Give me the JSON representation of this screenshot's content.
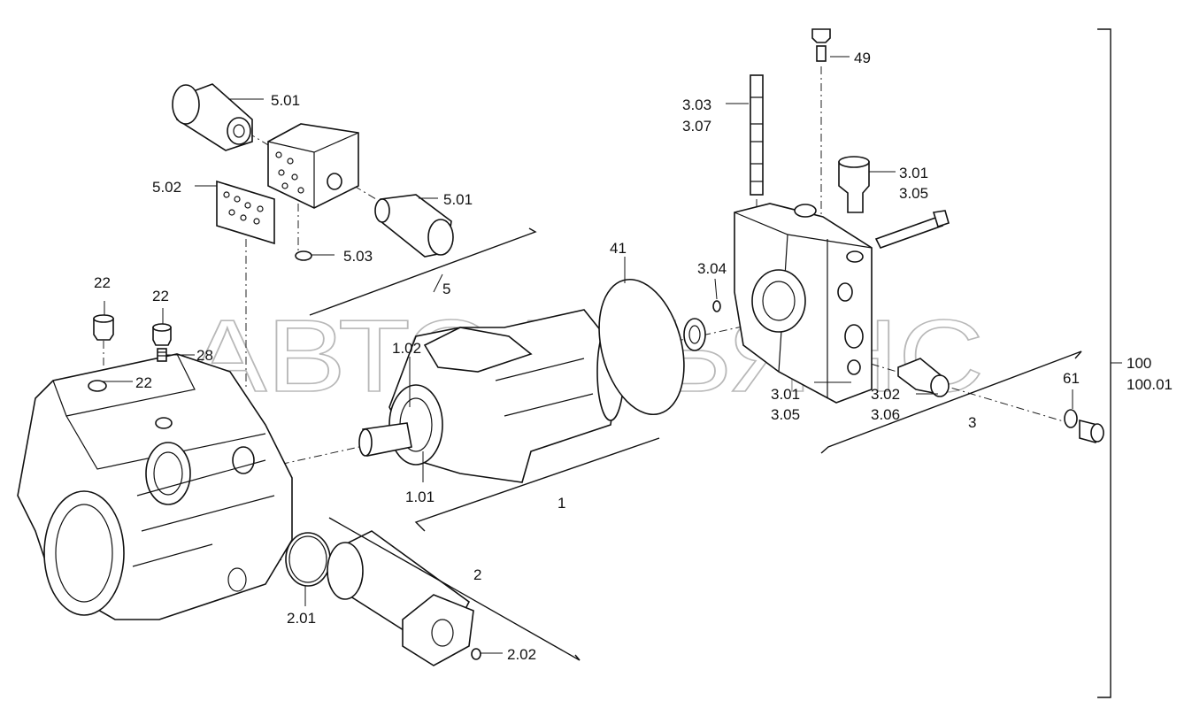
{
  "watermark": "АВТОАЛЬЯНС",
  "labels": {
    "p5_01a": "5.01",
    "p5_01b": "5.01",
    "p5_02": "5.02",
    "p5_03": "5.03",
    "g5": "5",
    "p22a": "22",
    "p22b": "22",
    "p22c": "22",
    "p28": "28",
    "p1_02": "1.02",
    "p1_01": "1.01",
    "g1": "1",
    "p41": "41",
    "p3_04": "3.04",
    "p3_03": "3.03",
    "p3_07": "3.07",
    "p49": "49",
    "p3_01a": "3.01",
    "p3_05a": "3.05",
    "p3_01b": "3.01",
    "p3_05b": "3.05",
    "p3_02": "3.02",
    "p3_06": "3.06",
    "g3": "3",
    "p61": "61",
    "g100": "100",
    "g100_01": "100.01",
    "g2": "2",
    "p2_01": "2.01",
    "p2_02": "2.02"
  }
}
